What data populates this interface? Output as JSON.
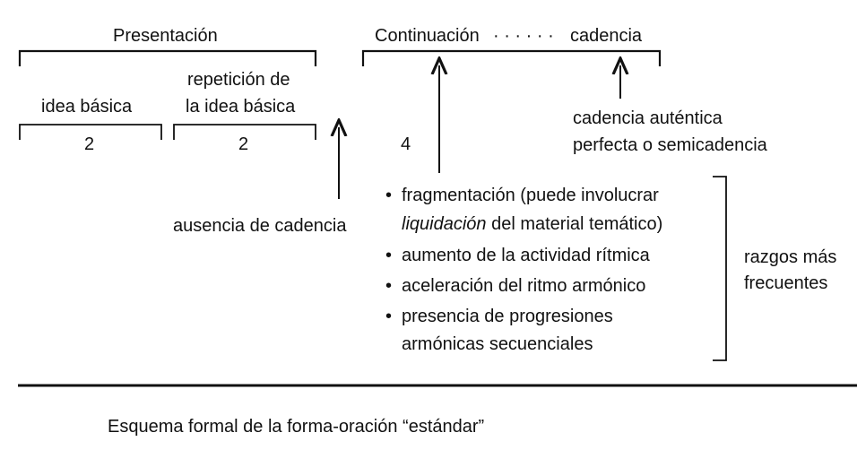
{
  "presentacion": {
    "title": "Presentación",
    "idea_basica": "idea básica",
    "repeticion_line1": "repetición de",
    "repeticion_line2": "la idea básica",
    "measures_1": "2",
    "measures_2": "2",
    "ausencia": "ausencia de cadencia"
  },
  "continuacion": {
    "title": "Continuación",
    "dots": "· · · · · ·",
    "cadencia_title": "cadencia",
    "measures": "4",
    "cadencia_line1": "cadencia auténtica",
    "cadencia_line2": "perfecta o semicadencia"
  },
  "features": {
    "item1_part1": "fragmentación (puede involucrar",
    "item1_italic": "liquidación",
    "item1_part2": " del material temático)",
    "item2": "aumento de la actividad rítmica",
    "item3": "aceleración del ritmo armónico",
    "item4_line1": "presencia de progresiones",
    "item4_line2": "armónicas secuenciales",
    "bracket_label_line1": "razgos más",
    "bracket_label_line2": "frecuentes"
  },
  "caption": "Esquema formal de la forma-oración “estándar”"
}
